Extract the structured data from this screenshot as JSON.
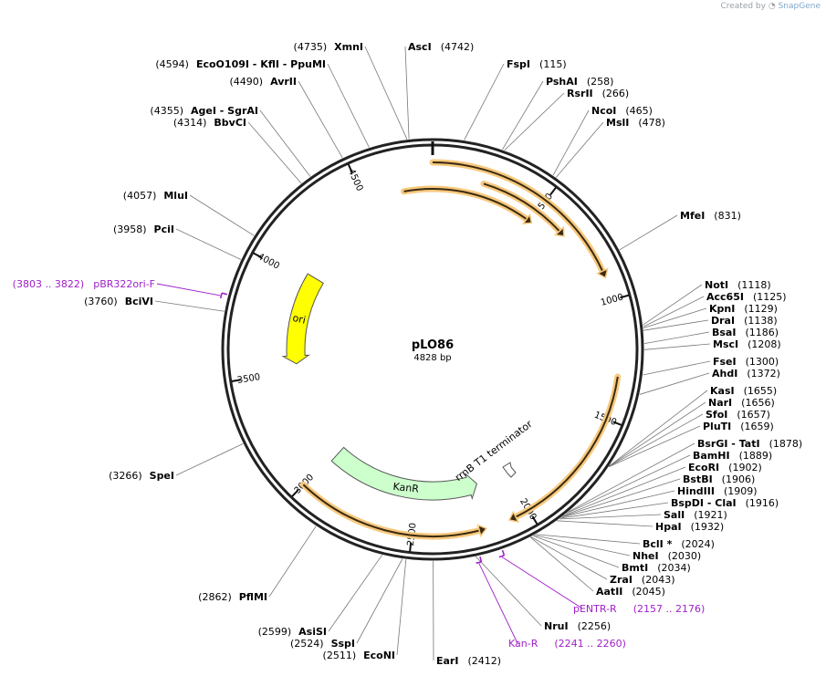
{
  "plasmid": {
    "name": "pLO86",
    "length_label": "4828 bp",
    "length": 4828
  },
  "credit": {
    "prefix": "Created by",
    "brand": "SnapGene"
  },
  "ticks": [
    {
      "pos": 500,
      "label": "500"
    },
    {
      "pos": 1000,
      "label": "1000"
    },
    {
      "pos": 1500,
      "label": "1500"
    },
    {
      "pos": 2000,
      "label": "2000"
    },
    {
      "pos": 2500,
      "label": "2500"
    },
    {
      "pos": 3000,
      "label": "3000"
    },
    {
      "pos": 3500,
      "label": "3500"
    },
    {
      "pos": 4000,
      "label": "4000"
    },
    {
      "pos": 4500,
      "label": "4500"
    }
  ],
  "features": [
    {
      "name": "ori",
      "start": 3540,
      "end": 4040,
      "direction": "reverse",
      "color": "#ffff00",
      "label": "ori"
    },
    {
      "name": "KanR",
      "start": 2170,
      "end": 2980,
      "direction": "reverse",
      "color": "#ccffcc",
      "label": "KanR"
    },
    {
      "name": "rrnB T1 terminator",
      "start": 2140,
      "end": 2185,
      "direction": "forward",
      "color": "#ffffff",
      "label": "rrnB T1 terminator"
    }
  ],
  "orfs": [
    {
      "start": 0,
      "end": 875,
      "ring": 1
    },
    {
      "start": 230,
      "end": 630,
      "ring": 2
    },
    {
      "start": 4690,
      "end": 480,
      "ring": 3
    },
    {
      "start": 1320,
      "end": 2060,
      "ring": 1
    },
    {
      "start": 2220,
      "end": 3000,
      "ring": 1
    }
  ],
  "sites": [
    {
      "id": "xmni",
      "name": "XmnI",
      "pos_label": "(4735)"
    },
    {
      "id": "asci",
      "name": "AscI",
      "pos_label": "(4742)"
    },
    {
      "id": "ecoo109i",
      "name": "EcoO109I   - KflI   - PpuMI",
      "pos_label": "(4594)"
    },
    {
      "id": "fspi",
      "name": "FspI",
      "pos_label": "(115)"
    },
    {
      "id": "avrii",
      "name": "AvrII",
      "pos_label": "(4490)"
    },
    {
      "id": "pshai",
      "name": "PshAI",
      "pos_label": "(258)"
    },
    {
      "id": "rsrii",
      "name": "RsrII",
      "pos_label": "(266)"
    },
    {
      "id": "ncoi",
      "name": "NcoI",
      "pos_label": "(465)"
    },
    {
      "id": "agei",
      "name": "AgeI   - SgrAI",
      "pos_label": "(4355)"
    },
    {
      "id": "msli",
      "name": "MslI",
      "pos_label": "(478)"
    },
    {
      "id": "bbvci",
      "name": "BbvCI",
      "pos_label": "(4314)"
    },
    {
      "id": "mlui",
      "name": "MluI",
      "pos_label": "(4057)"
    },
    {
      "id": "mfei",
      "name": "MfeI",
      "pos_label": "(831)"
    },
    {
      "id": "pcii",
      "name": "PciI",
      "pos_label": "(3958)"
    },
    {
      "id": "bcivi",
      "name": "BciVI",
      "pos_label": "(3760)"
    },
    {
      "id": "noti",
      "name": "NotI",
      "pos_label": "(1118)"
    },
    {
      "id": "acc65i",
      "name": "Acc65I",
      "pos_label": "(1125)"
    },
    {
      "id": "kpni",
      "name": "KpnI",
      "pos_label": "(1129)"
    },
    {
      "id": "drai",
      "name": "DraI",
      "pos_label": "(1138)"
    },
    {
      "id": "bsai",
      "name": "BsaI",
      "pos_label": "(1186)"
    },
    {
      "id": "msci",
      "name": "MscI",
      "pos_label": "(1208)"
    },
    {
      "id": "fsei",
      "name": "FseI",
      "pos_label": "(1300)"
    },
    {
      "id": "ahdi",
      "name": "AhdI",
      "pos_label": "(1372)"
    },
    {
      "id": "kasi",
      "name": "KasI",
      "pos_label": "(1655)"
    },
    {
      "id": "nari",
      "name": "NarI",
      "pos_label": "(1656)"
    },
    {
      "id": "sfoi",
      "name": "SfoI",
      "pos_label": "(1657)"
    },
    {
      "id": "pluti",
      "name": "PluTI",
      "pos_label": "(1659)"
    },
    {
      "id": "bsrgi",
      "name": "BsrGI   - TatI",
      "pos_label": "(1878)"
    },
    {
      "id": "bamhi",
      "name": "BamHI",
      "pos_label": "(1889)"
    },
    {
      "id": "ecori",
      "name": "EcoRI",
      "pos_label": "(1902)"
    },
    {
      "id": "bstbi",
      "name": "BstBI",
      "pos_label": "(1906)"
    },
    {
      "id": "spei",
      "name": "SpeI",
      "pos_label": "(3266)"
    },
    {
      "id": "hindiii",
      "name": "HindIII",
      "pos_label": "(1909)"
    },
    {
      "id": "bspdi",
      "name": "BspDI   - ClaI",
      "pos_label": "(1916)"
    },
    {
      "id": "sali",
      "name": "SalI",
      "pos_label": "(1921)"
    },
    {
      "id": "hpai",
      "name": "HpaI",
      "pos_label": "(1932)"
    },
    {
      "id": "bcli",
      "name": "BclI *",
      "pos_label": "(2024)"
    },
    {
      "id": "nhei",
      "name": "NheI",
      "pos_label": "(2030)"
    },
    {
      "id": "bmti",
      "name": "BmtI",
      "pos_label": "(2034)"
    },
    {
      "id": "zrai",
      "name": "ZraI",
      "pos_label": "(2043)"
    },
    {
      "id": "aatii",
      "name": "AatII",
      "pos_label": "(2045)"
    },
    {
      "id": "pflmi",
      "name": "PflMI",
      "pos_label": "(2862)"
    },
    {
      "id": "nrui",
      "name": "NruI",
      "pos_label": "(2256)"
    },
    {
      "id": "asisi",
      "name": "AsiSI",
      "pos_label": "(2599)"
    },
    {
      "id": "sspi",
      "name": "SspI",
      "pos_label": "(2524)"
    },
    {
      "id": "econi",
      "name": "EcoNI",
      "pos_label": "(2511)"
    },
    {
      "id": "eari",
      "name": "EarI",
      "pos_label": "(2412)"
    }
  ],
  "primers": [
    {
      "id": "pbr322ori-f",
      "name": "pBR322ori-F",
      "range_label": "(3803 .. 3822)",
      "color": "#a020c8"
    },
    {
      "id": "pentr-r",
      "name": "pENTR-R",
      "range_label": "(2157 .. 2176)",
      "color": "#a020c8"
    },
    {
      "id": "kan-r",
      "name": "Kan-R",
      "range_label": "(2241 .. 2260)",
      "color": "#a020c8"
    }
  ]
}
